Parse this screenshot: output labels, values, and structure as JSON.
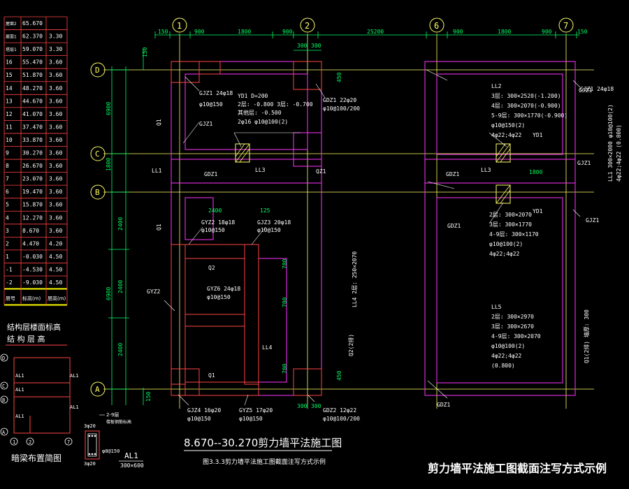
{
  "colors": {
    "background": "#000000",
    "dimension": "#00ff66",
    "grid_axis": "#ffff66",
    "wall": "#ff33ff",
    "column": "#ff4444",
    "text": "#ffffff",
    "table_red": "#ff4444",
    "table_yellow": "#ffff00",
    "title_white": "#ffffff"
  },
  "level_table": {
    "rows": [
      {
        "floor": "屋面2",
        "elevation": "65.670",
        "height": ""
      },
      {
        "floor": "屋面1",
        "elevation": "62.370",
        "height": "3.30"
      },
      {
        "floor": "塔层1",
        "elevation": "59.070",
        "height": "3.30"
      },
      {
        "floor": "16",
        "elevation": "55.470",
        "height": "3.60"
      },
      {
        "floor": "15",
        "elevation": "51.870",
        "height": "3.60"
      },
      {
        "floor": "14",
        "elevation": "48.270",
        "height": "3.60"
      },
      {
        "floor": "13",
        "elevation": "44.670",
        "height": "3.60"
      },
      {
        "floor": "12",
        "elevation": "41.070",
        "height": "3.60"
      },
      {
        "floor": "11",
        "elevation": "37.470",
        "height": "3.60"
      },
      {
        "floor": "10",
        "elevation": "33.870",
        "height": "3.60"
      },
      {
        "floor": "9",
        "elevation": "30.270",
        "height": "3.60"
      },
      {
        "floor": "8",
        "elevation": "26.670",
        "height": "3.60"
      },
      {
        "floor": "7",
        "elevation": "23.070",
        "height": "3.60"
      },
      {
        "floor": "6",
        "elevation": "19.470",
        "height": "3.60"
      },
      {
        "floor": "5",
        "elevation": "15.870",
        "height": "3.60"
      },
      {
        "floor": "4",
        "elevation": "12.270",
        "height": "3.60"
      },
      {
        "floor": "3",
        "elevation": "8.670",
        "height": "3.60"
      },
      {
        "floor": "2",
        "elevation": "4.470",
        "height": "4.20"
      },
      {
        "floor": "1",
        "elevation": "-0.030",
        "height": "4.50"
      },
      {
        "floor": "-1",
        "elevation": "-4.530",
        "height": "4.50"
      },
      {
        "floor": "-2",
        "elevation": "-9.030",
        "height": "4.50"
      }
    ],
    "header": {
      "floor": "层号",
      "elevation": "标高(m)",
      "height": "层高(m)"
    },
    "caption1": "结构层楼面标高",
    "caption2": "结 构 层 高"
  },
  "axes": {
    "columns": [
      "1",
      "2",
      "6",
      "7"
    ],
    "rows": [
      "D",
      "C",
      "B",
      "A"
    ]
  },
  "dims": {
    "top": [
      "150",
      "900",
      "1800",
      "900",
      "25200",
      "900",
      "1800",
      "900",
      "150"
    ],
    "top2": [
      "300",
      "300"
    ],
    "left": [
      "6900",
      "1800",
      "2400",
      "2400",
      "6900",
      "2400",
      "150",
      "150"
    ],
    "mid": [
      "2400",
      "125",
      "1800",
      "300",
      "300",
      "450",
      "450",
      "700",
      "700",
      "700"
    ]
  },
  "labels": {
    "GJZ1": "GJZ1 24φ18",
    "GJZ1_hoop": "φ10@150",
    "YD1": "YD1 D=200",
    "YD1_2": "2层: -0.800  3层: -0.700",
    "YD1_3": "其他层: -0.500",
    "YD1_4": "2φ16 φ10@100(2)",
    "GDZ1": "GDZ1 22φ20",
    "GDZ1_hoop": "φ10@100/200",
    "GJZ1b": "GJZ1",
    "LL3": "LL3",
    "LL1": "LL1",
    "GDZ1b": "GDZ1",
    "Q1": "Q1",
    "QZ1": "QZ1",
    "GYZ2": "GYZ2 18φ18",
    "GYZ2_h": "φ10@150",
    "GJZ3": "GJZ3 20φ18",
    "GJZ3_h": "φ10@150",
    "GYZ6": "GYZ6 24φ18",
    "GYZ6_h": "φ10@150",
    "Q2": "Q2",
    "GYZ2b": "GYZ2",
    "Q1b": "Q1",
    "LL4": "LL4",
    "GJZ4": "GJZ4 16φ20",
    "GJZ4_h": "φ10@150",
    "GYZ5": "GYZ5 17φ20",
    "GYZ5_h": "φ10@150",
    "GDZ2": "GDZ2 12φ22",
    "GDZ2_h": "φ10@100/200",
    "LL2": "LL2",
    "LL2_a": "3层: 300×2520(-1.200)",
    "LL2_b": "4层: 300×2070(-0.900)",
    "LL2_c": "5-9层: 300×1770(-0.900)",
    "LL2_d": "φ10@150(2)",
    "LL2_e": "4φ22;4φ22",
    "YD1b": "YD1",
    "LL3b": "LL3",
    "LL3_a": "2层: 300×2070",
    "LL3_b": "3层: 300×1770",
    "LL3_c": "4-9层: 300×1170",
    "LL3_d": "φ10@100(2)",
    "LL3_e": "4φ22;4φ22",
    "LL5": "LL5",
    "LL5_a": "2层: 300×2970",
    "LL5_b": "3层: 300×2670",
    "LL5_c": "4-9层: 300×2070",
    "LL5_d": "φ10@100(2)",
    "LL5_e": "4φ22;4φ22",
    "LL5_f": "(0.800)",
    "GDZ1c": "GDZ1",
    "GDZ1d": "GDZ1",
    "GJZ1c": "GJZ1",
    "GJZ1d": "GJZ1",
    "LL1_r": "LL1 300×2000 φ10@100(2)",
    "LL1_r2": "4φ22;4φ22 (0.800)",
    "Q1_r": "Q1(2排)",
    "LL4_v": "LL4 2层: 250×2070",
    "Q2_v": "Q2(2排)",
    "Q1_r2": "Q1(2排) 墙厚: 300"
  },
  "bottom_title": "8.670--30.270剪力墙平法施工图",
  "bottom_subtitle": "图3.3.3剪力墙平法施工图截面注写方式示例",
  "key_plan": {
    "title": "暗梁布置简图",
    "label": "AL1",
    "axes_rows": [
      "D",
      "C",
      "B",
      "A"
    ],
    "axes_cols": [
      "1",
      "2",
      "7"
    ]
  },
  "section": {
    "label": "AL1",
    "size": "300×600",
    "note": "2-9层",
    "note2": "楼板钢筋标高",
    "bars": "3φ20",
    "hoop": "φ8@150"
  },
  "page_caption": "剪力墙平法施工图截面注写方式示例"
}
